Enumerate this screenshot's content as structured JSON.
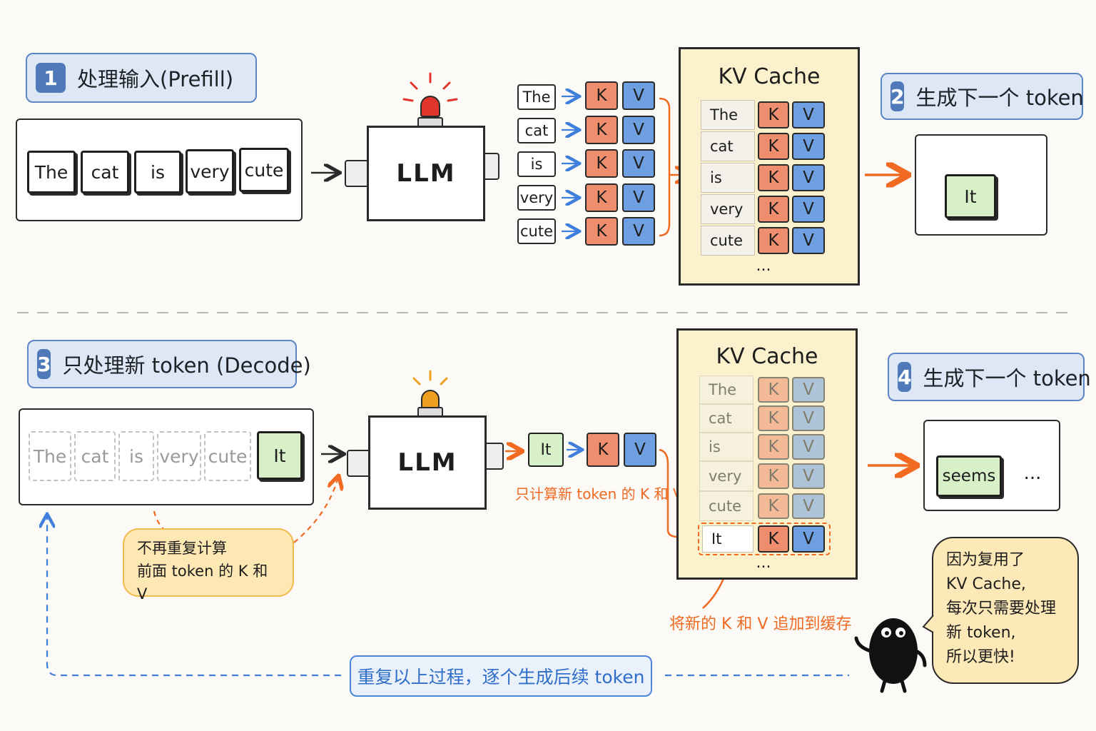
{
  "step1": {
    "num": "1",
    "label": "处理输入(Prefill)"
  },
  "step2": {
    "num": "2",
    "label": "生成下一个 token"
  },
  "step3": {
    "num": "3",
    "label": "只处理新 token (Decode)"
  },
  "step4": {
    "num": "4",
    "label": "生成下一个 token"
  },
  "prefill_tokens": [
    "The",
    "cat",
    "is",
    "very",
    "cute"
  ],
  "llm_label": "LLM",
  "k_label": "K",
  "v_label": "V",
  "cache_title": "KV Cache",
  "cache_ellipsis": "...",
  "top_output_token": "It",
  "decode_new_token": "It",
  "bottom_output_token": "seems",
  "bottom_output_ellipsis": "...",
  "note_compute": "只计算新 token 的 K 和 V",
  "note_no_recompute": {
    "line1": "不再重复计算",
    "line2": "前面 token 的 K 和 V"
  },
  "note_append": "将新的 K 和 V 追加到缓存",
  "bottom_bar": "重复以上过程，逐个生成后续 token",
  "bubble": {
    "line1": "因为复用了",
    "line2": "KV Cache,",
    "line3": "每次只需要处理",
    "line4": "新 token,",
    "line5": "所以更快!"
  },
  "colors": {
    "k": "#ef8e6e",
    "v": "#6e9fe0",
    "cabinet": "#fbf1cc",
    "new_token": "#d7f0c8",
    "highlight": "#f06a22",
    "blue_accent": "#4a86dc",
    "alarm_red": "#e0352b",
    "alarm_amber": "#f0a020"
  },
  "icons": [
    "alarm-light-icon",
    "creature-icon"
  ]
}
